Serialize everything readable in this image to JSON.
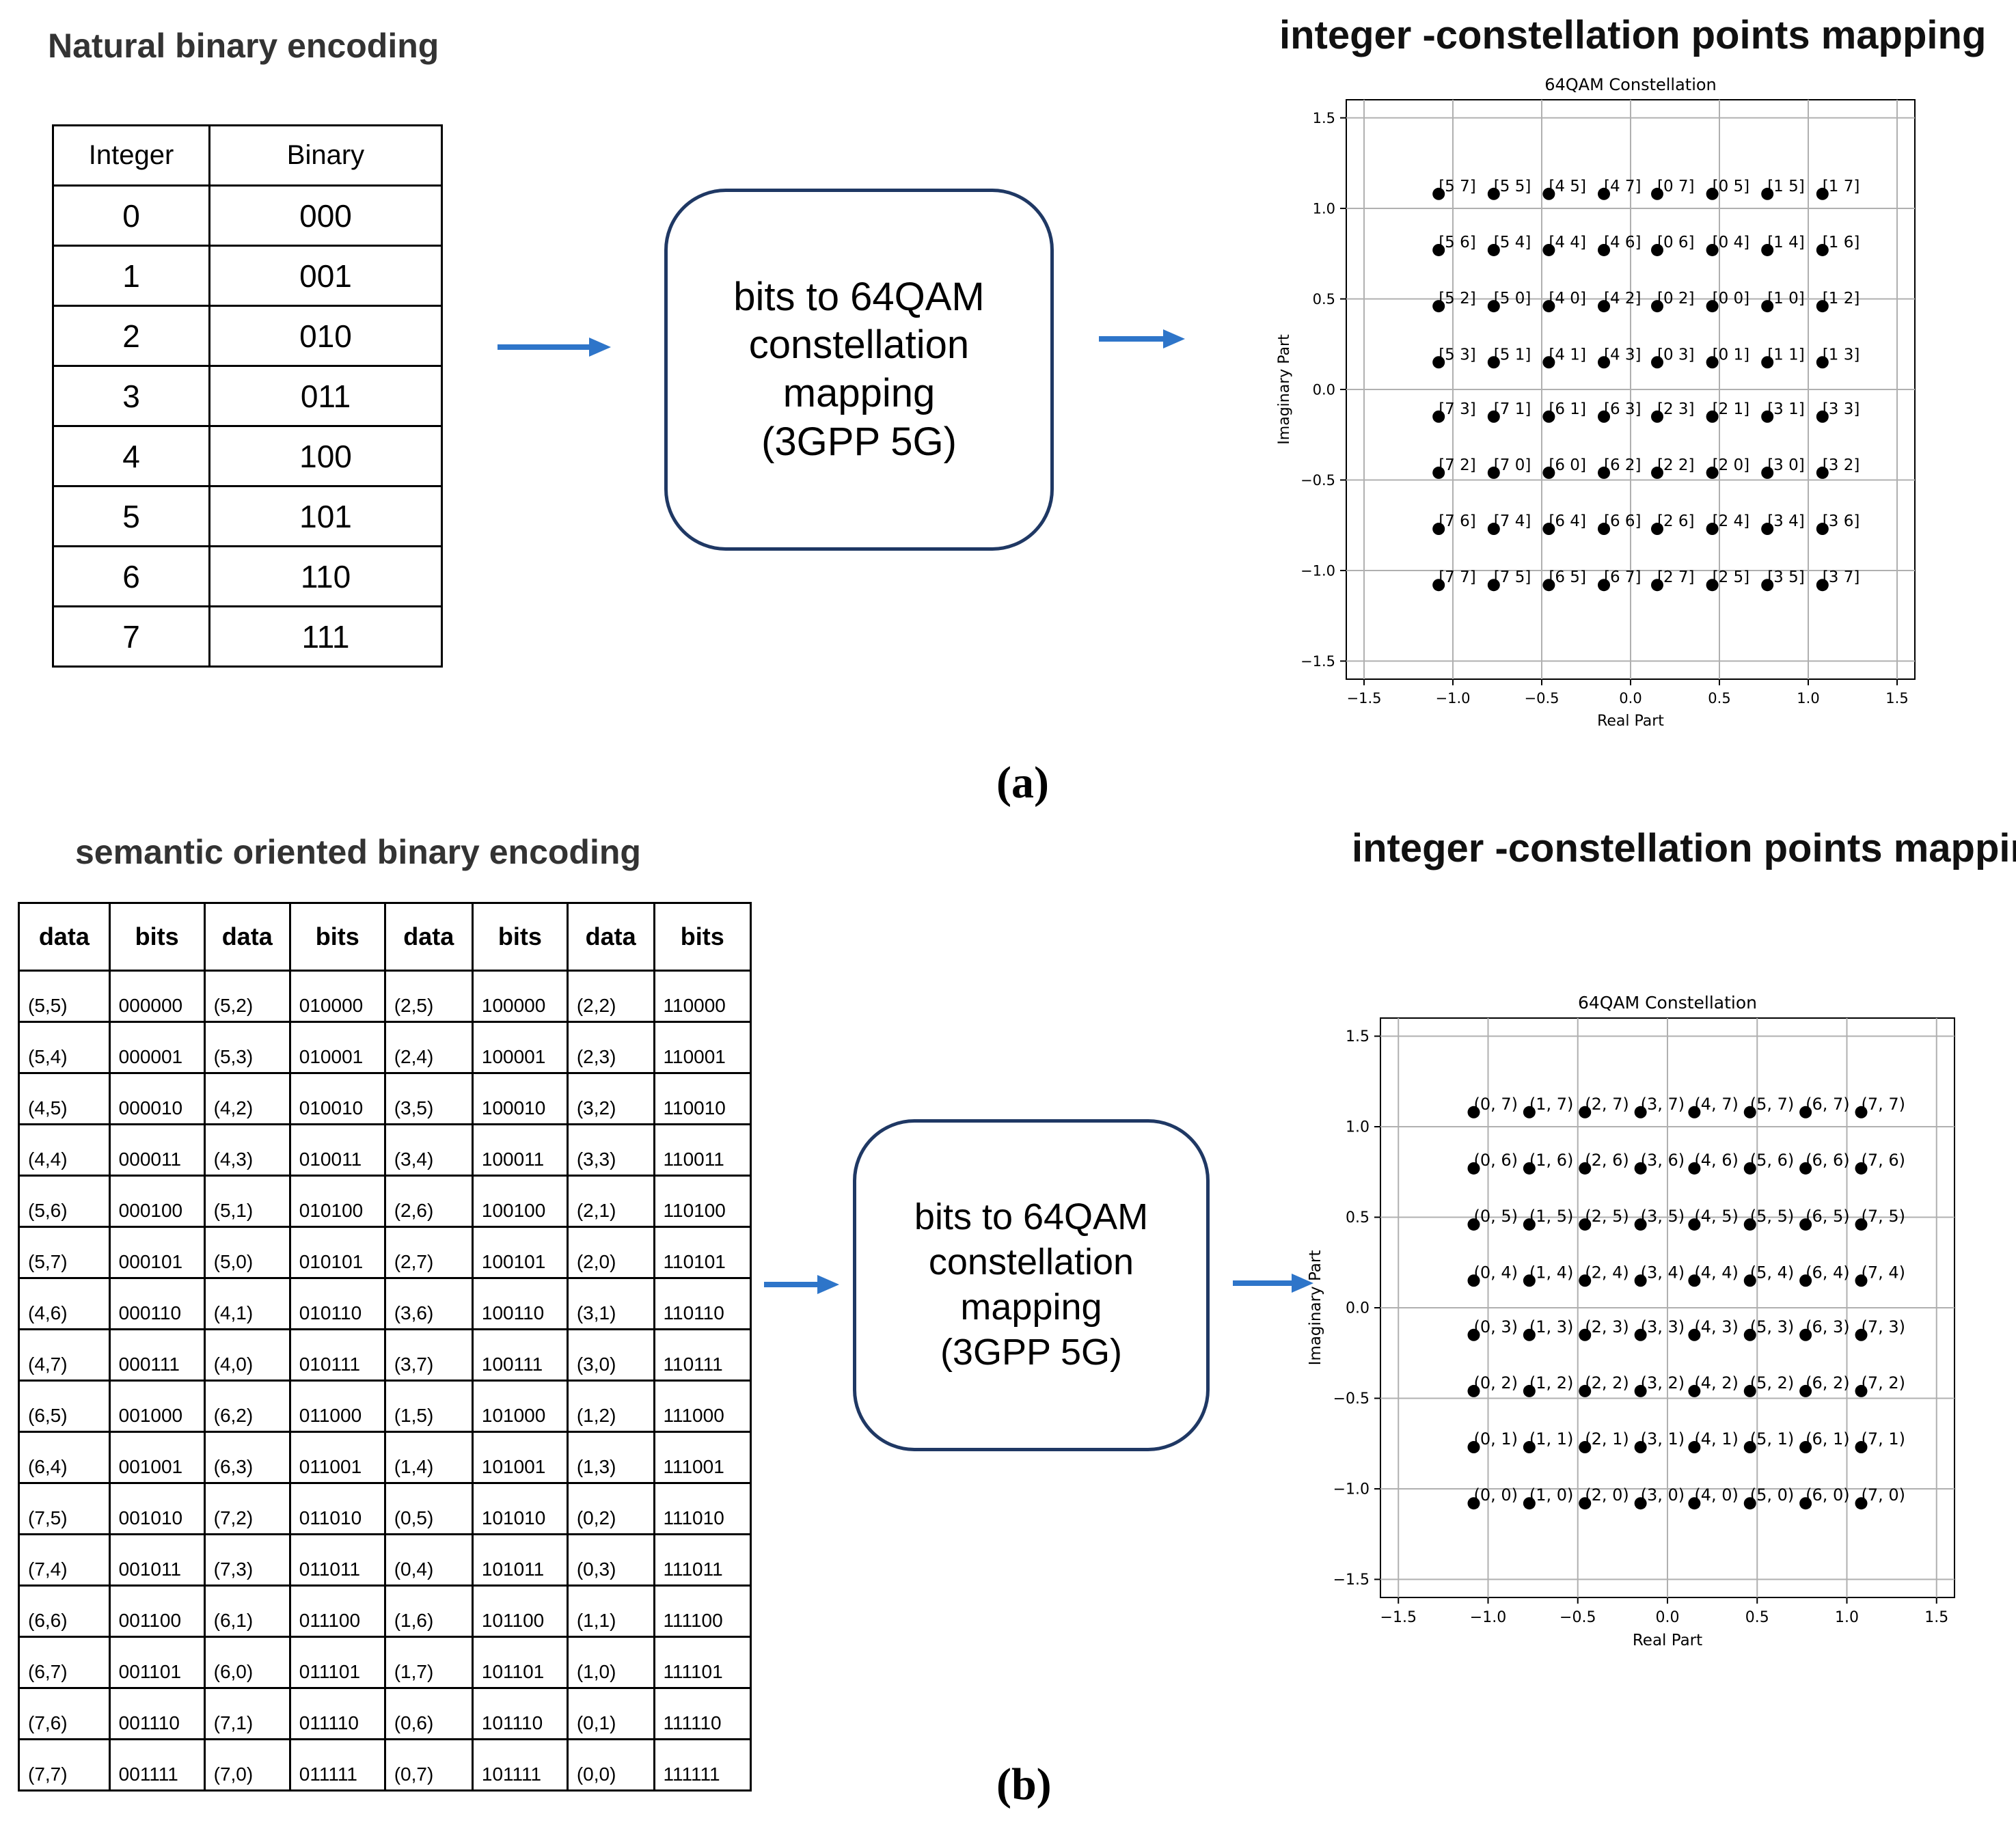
{
  "panel_a": {
    "left_heading": "Natural binary encoding",
    "table": {
      "headers": [
        "Integer",
        "Binary"
      ],
      "rows": [
        [
          "0",
          "000"
        ],
        [
          "1",
          "001"
        ],
        [
          "2",
          "010"
        ],
        [
          "3",
          "011"
        ],
        [
          "4",
          "100"
        ],
        [
          "5",
          "101"
        ],
        [
          "6",
          "110"
        ],
        [
          "7",
          "111"
        ]
      ]
    },
    "process_box": "bits to 64QAM\nconstellation\nmapping\n(3GPP 5G)",
    "right_heading": "integer -constellation points mapping",
    "label": "(a)"
  },
  "panel_b": {
    "left_heading": "semantic oriented binary encoding",
    "table": {
      "headers": [
        "data",
        "bits",
        "data",
        "bits",
        "data",
        "bits",
        "data",
        "bits"
      ],
      "rows": [
        [
          "(5,5)",
          "000000",
          "(5,2)",
          "010000",
          "(2,5)",
          "100000",
          "(2,2)",
          "110000"
        ],
        [
          "(5,4)",
          "000001",
          "(5,3)",
          "010001",
          "(2,4)",
          "100001",
          "(2,3)",
          "110001"
        ],
        [
          "(4,5)",
          "000010",
          "(4,2)",
          "010010",
          "(3,5)",
          "100010",
          "(3,2)",
          "110010"
        ],
        [
          "(4,4)",
          "000011",
          "(4,3)",
          "010011",
          "(3,4)",
          "100011",
          "(3,3)",
          "110011"
        ],
        [
          "(5,6)",
          "000100",
          "(5,1)",
          "010100",
          "(2,6)",
          "100100",
          "(2,1)",
          "110100"
        ],
        [
          "(5,7)",
          "000101",
          "(5,0)",
          "010101",
          "(2,7)",
          "100101",
          "(2,0)",
          "110101"
        ],
        [
          "(4,6)",
          "000110",
          "(4,1)",
          "010110",
          "(3,6)",
          "100110",
          "(3,1)",
          "110110"
        ],
        [
          "(4,7)",
          "000111",
          "(4,0)",
          "010111",
          "(3,7)",
          "100111",
          "(3,0)",
          "110111"
        ],
        [
          "(6,5)",
          "001000",
          "(6,2)",
          "011000",
          "(1,5)",
          "101000",
          "(1,2)",
          "111000"
        ],
        [
          "(6,4)",
          "001001",
          "(6,3)",
          "011001",
          "(1,4)",
          "101001",
          "(1,3)",
          "111001"
        ],
        [
          "(7,5)",
          "001010",
          "(7,2)",
          "011010",
          "(0,5)",
          "101010",
          "(0,2)",
          "111010"
        ],
        [
          "(7,4)",
          "001011",
          "(7,3)",
          "011011",
          "(0,4)",
          "101011",
          "(0,3)",
          "111011"
        ],
        [
          "(6,6)",
          "001100",
          "(6,1)",
          "011100",
          "(1,6)",
          "101100",
          "(1,1)",
          "111100"
        ],
        [
          "(6,7)",
          "001101",
          "(6,0)",
          "011101",
          "(1,7)",
          "101101",
          "(1,0)",
          "111101"
        ],
        [
          "(7,6)",
          "001110",
          "(7,1)",
          "011110",
          "(0,6)",
          "101110",
          "(0,1)",
          "111110"
        ],
        [
          "(7,7)",
          "001111",
          "(7,0)",
          "011111",
          "(0,7)",
          "101111",
          "(0,0)",
          "111111"
        ]
      ]
    },
    "process_box": "bits to 64QAM\nconstellation\nmapping\n(3GPP 5G)",
    "right_heading": "integer -constellation points mapping",
    "label": "(b)"
  },
  "colors": {
    "arrow": "#2e75c9",
    "box_border": "#1f3864",
    "grid": "#b0b0b0"
  },
  "chart_data": [
    {
      "type": "scatter",
      "title": "64QAM Constellation",
      "xlabel": "Real Part",
      "ylabel": "Imaginary Part",
      "xlim": [
        -1.6,
        1.6
      ],
      "ylim": [
        -1.6,
        1.6
      ],
      "xticks": [
        "−1.5",
        "−1.0",
        "−0.5",
        "0.0",
        "0.5",
        "1.0",
        "1.5"
      ],
      "yticks": [
        "1.5",
        "1.0",
        "0.5",
        "0.0",
        "−0.5",
        "−1.0",
        "−1.5"
      ],
      "grid": true,
      "x": [
        -1.08,
        -0.77,
        -0.46,
        -0.15,
        0.15,
        0.46,
        0.77,
        1.08
      ],
      "y": [
        1.08,
        0.77,
        0.46,
        0.15,
        -0.15,
        -0.46,
        -0.77,
        -1.08
      ],
      "point_labels": [
        [
          "[5 7]",
          "[5 5]",
          "[4 5]",
          "[4 7]",
          "[0 7]",
          "[0 5]",
          "[1 5]",
          "[1 7]"
        ],
        [
          "[5 6]",
          "[5 4]",
          "[4 4]",
          "[4 6]",
          "[0 6]",
          "[0 4]",
          "[1 4]",
          "[1 6]"
        ],
        [
          "[5 2]",
          "[5 0]",
          "[4 0]",
          "[4 2]",
          "[0 2]",
          "[0 0]",
          "[1 0]",
          "[1 2]"
        ],
        [
          "[5 3]",
          "[5 1]",
          "[4 1]",
          "[4 3]",
          "[0 3]",
          "[0 1]",
          "[1 1]",
          "[1 3]"
        ],
        [
          "[7 3]",
          "[7 1]",
          "[6 1]",
          "[6 3]",
          "[2 3]",
          "[2 1]",
          "[3 1]",
          "[3 3]"
        ],
        [
          "[7 2]",
          "[7 0]",
          "[6 0]",
          "[6 2]",
          "[2 2]",
          "[2 0]",
          "[3 0]",
          "[3 2]"
        ],
        [
          "[7 6]",
          "[7 4]",
          "[6 4]",
          "[6 6]",
          "[2 6]",
          "[2 4]",
          "[3 4]",
          "[3 6]"
        ],
        [
          "[7 7]",
          "[7 5]",
          "[6 5]",
          "[6 7]",
          "[2 7]",
          "[2 5]",
          "[3 5]",
          "[3 7]"
        ]
      ]
    },
    {
      "type": "scatter",
      "title": "64QAM Constellation",
      "xlabel": "Real Part",
      "ylabel": "Imaginary Part",
      "xlim": [
        -1.6,
        1.6
      ],
      "ylim": [
        -1.6,
        1.6
      ],
      "xticks": [
        "−1.5",
        "−1.0",
        "−0.5",
        "0.0",
        "0.5",
        "1.0",
        "1.5"
      ],
      "yticks": [
        "1.5",
        "1.0",
        "0.5",
        "0.0",
        "−0.5",
        "−1.0",
        "−1.5"
      ],
      "grid": true,
      "x": [
        -1.08,
        -0.77,
        -0.46,
        -0.15,
        0.15,
        0.46,
        0.77,
        1.08
      ],
      "y": [
        1.08,
        0.77,
        0.46,
        0.15,
        -0.15,
        -0.46,
        -0.77,
        -1.08
      ],
      "point_labels": [
        [
          "(0, 7)",
          "(1, 7)",
          "(2, 7)",
          "(3, 7)",
          "(4, 7)",
          "(5, 7)",
          "(6, 7)",
          "(7, 7)"
        ],
        [
          "(0, 6)",
          "(1, 6)",
          "(2, 6)",
          "(3, 6)",
          "(4, 6)",
          "(5, 6)",
          "(6, 6)",
          "(7, 6)"
        ],
        [
          "(0, 5)",
          "(1, 5)",
          "(2, 5)",
          "(3, 5)",
          "(4, 5)",
          "(5, 5)",
          "(6, 5)",
          "(7, 5)"
        ],
        [
          "(0, 4)",
          "(1, 4)",
          "(2, 4)",
          "(3, 4)",
          "(4, 4)",
          "(5, 4)",
          "(6, 4)",
          "(7, 4)"
        ],
        [
          "(0, 3)",
          "(1, 3)",
          "(2, 3)",
          "(3, 3)",
          "(4, 3)",
          "(5, 3)",
          "(6, 3)",
          "(7, 3)"
        ],
        [
          "(0, 2)",
          "(1, 2)",
          "(2, 2)",
          "(3, 2)",
          "(4, 2)",
          "(5, 2)",
          "(6, 2)",
          "(7, 2)"
        ],
        [
          "(0, 1)",
          "(1, 1)",
          "(2, 1)",
          "(3, 1)",
          "(4, 1)",
          "(5, 1)",
          "(6, 1)",
          "(7, 1)"
        ],
        [
          "(0, 0)",
          "(1, 0)",
          "(2, 0)",
          "(3, 0)",
          "(4, 0)",
          "(5, 0)",
          "(6, 0)",
          "(7, 0)"
        ]
      ]
    }
  ]
}
